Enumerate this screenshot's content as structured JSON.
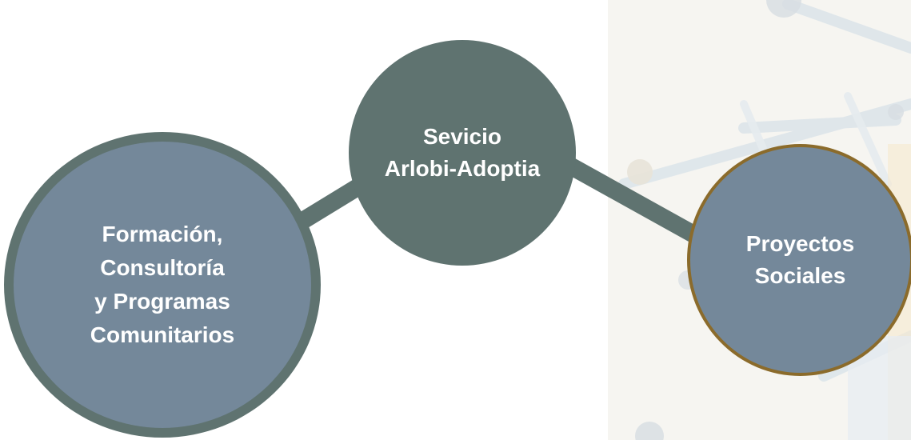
{
  "colors": {
    "center_fill": "#5f7370",
    "left_fill": "#74889a",
    "left_border": "#5f7370",
    "right_fill": "#74889a",
    "right_border": "#8b6b2b",
    "connector": "#5f7370",
    "background": "#ffffff"
  },
  "nodes": {
    "center": {
      "line1": "Sevicio",
      "line2": "Arlobi-Adoptia"
    },
    "left": {
      "line1": "Formación,",
      "line2": "Consultoría",
      "line3": "y Programas",
      "line4": "Comunitarios"
    },
    "right": {
      "line1": "Proyectos",
      "line2": "Sociales"
    }
  },
  "background_art": {
    "description_icon": "faded-network-illustration"
  }
}
